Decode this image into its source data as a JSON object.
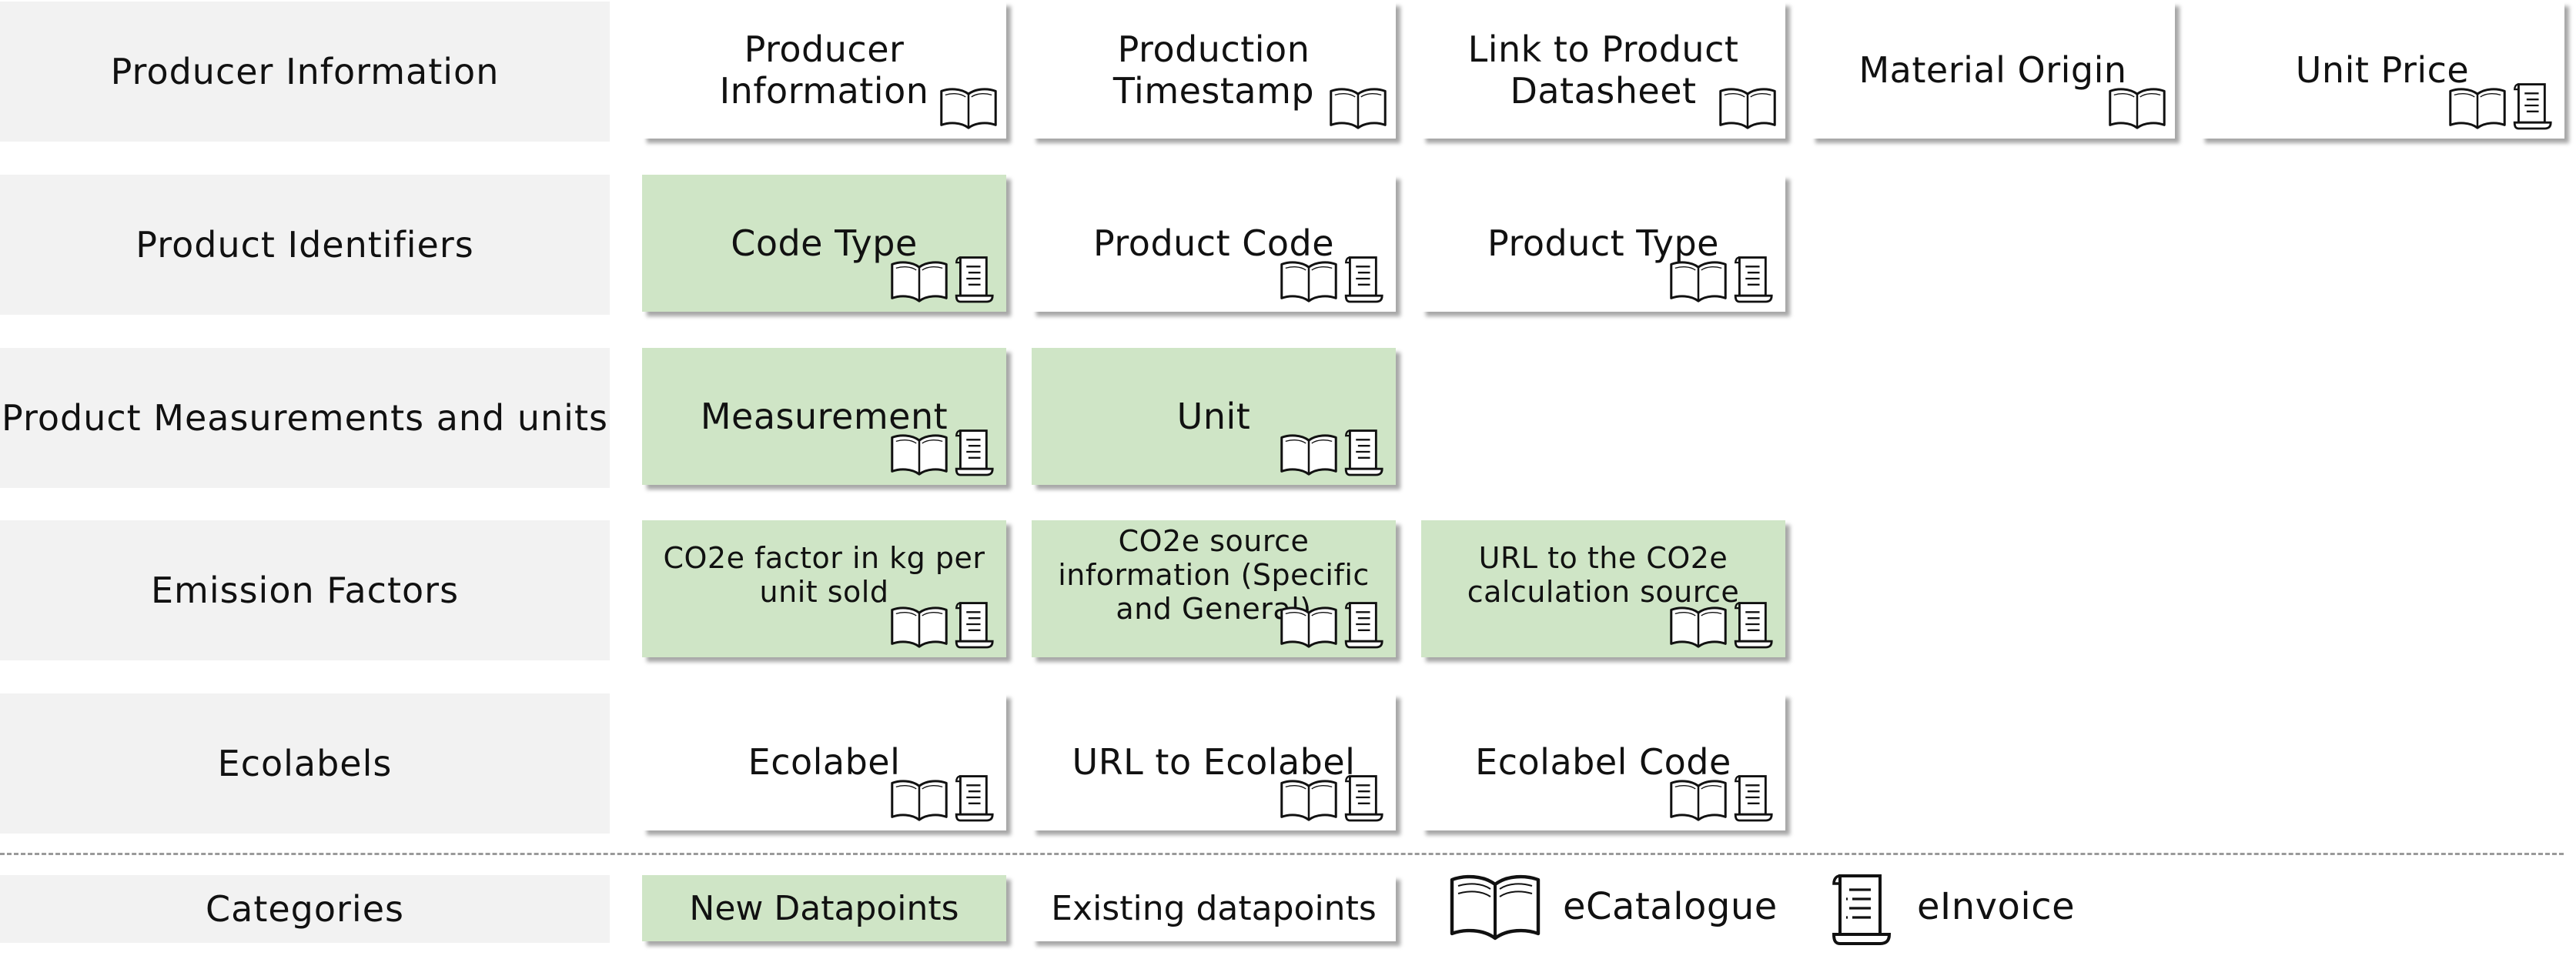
{
  "rows": [
    {
      "label": "Producer Information",
      "cells": [
        {
          "text": "Producer Information",
          "new": false,
          "icons": [
            "catalogue"
          ]
        },
        {
          "text": "Production Timestamp",
          "new": false,
          "icons": [
            "catalogue"
          ]
        },
        {
          "text": "Link to Product Datasheet",
          "new": false,
          "icons": [
            "catalogue"
          ]
        },
        {
          "text": "Material Origin",
          "new": false,
          "icons": [
            "catalogue"
          ]
        },
        {
          "text": "Unit Price",
          "new": false,
          "icons": [
            "catalogue",
            "invoice"
          ]
        }
      ]
    },
    {
      "label": "Product Identifiers",
      "cells": [
        {
          "text": "Code Type",
          "new": true,
          "icons": [
            "catalogue",
            "invoice"
          ]
        },
        {
          "text": "Product Code",
          "new": false,
          "icons": [
            "catalogue",
            "invoice"
          ]
        },
        {
          "text": "Product Type",
          "new": false,
          "icons": [
            "catalogue",
            "invoice"
          ]
        }
      ]
    },
    {
      "label": "Product Measurements and units",
      "cells": [
        {
          "text": "Measurement",
          "new": true,
          "icons": [
            "catalogue",
            "invoice"
          ]
        },
        {
          "text": "Unit",
          "new": true,
          "icons": [
            "catalogue",
            "invoice"
          ]
        }
      ]
    },
    {
      "label": "Emission Factors",
      "cells": [
        {
          "text": "CO2e factor in kg per unit sold",
          "new": true,
          "small": true,
          "icons": [
            "catalogue",
            "invoice"
          ]
        },
        {
          "text": "CO2e source information (Specific and General)",
          "new": true,
          "small": true,
          "icons": [
            "catalogue",
            "invoice"
          ]
        },
        {
          "text": "URL to the CO2e calculation source",
          "new": true,
          "small": true,
          "icons": [
            "catalogue",
            "invoice"
          ]
        }
      ]
    },
    {
      "label": "Ecolabels",
      "cells": [
        {
          "text": "Ecolabel",
          "new": false,
          "icons": [
            "catalogue",
            "invoice"
          ]
        },
        {
          "text": "URL to Ecolabel",
          "new": false,
          "icons": [
            "catalogue",
            "invoice"
          ]
        },
        {
          "text": "Ecolabel Code",
          "new": false,
          "icons": [
            "catalogue",
            "invoice"
          ]
        }
      ]
    }
  ],
  "legend": {
    "label": "Categories",
    "new_datapoints": "New Datapoints",
    "existing_datapoints": "Existing datapoints",
    "ecatalogue": "eCatalogue",
    "einvoice": "eInvoice"
  },
  "colors": {
    "new_fill": "#cfe5c6",
    "existing_fill": "#ffffff",
    "label_fill": "#f2f2f2"
  }
}
